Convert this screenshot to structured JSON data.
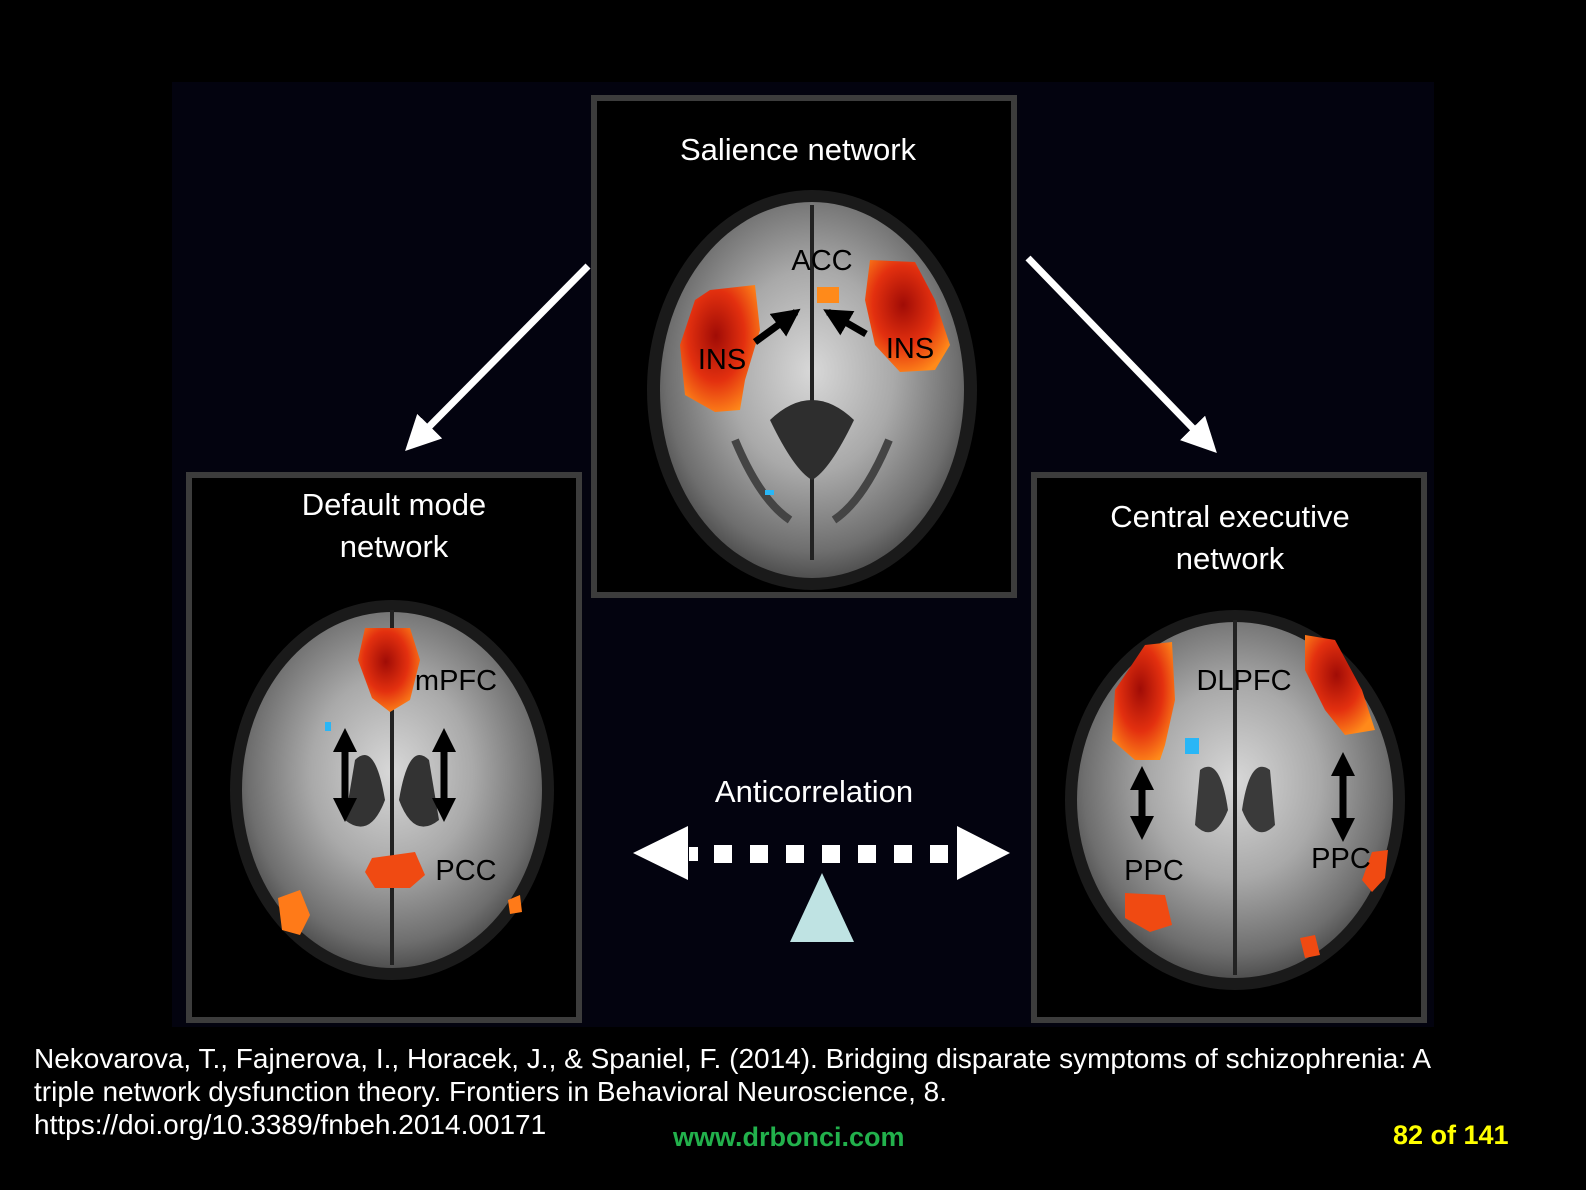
{
  "diagram": {
    "salience": {
      "title": "Salience network",
      "labels": {
        "acc": "ACC",
        "ins_left": "INS",
        "ins_right": "INS"
      }
    },
    "default_mode": {
      "title_line1": "Default mode",
      "title_line2": "network",
      "labels": {
        "mpfc": "mPFC",
        "pcc": "PCC"
      }
    },
    "central_executive": {
      "title_line1": "Central executive",
      "title_line2": "network",
      "labels": {
        "dlpfc": "DLPFC",
        "ppc_left": "PPC",
        "ppc_right": "PPC"
      }
    },
    "anticorrelation": "Anticorrelation",
    "colors": {
      "background": "#000000",
      "panel_bg": "#03030f",
      "frame": "#3c3c3c",
      "activation": "#e03010",
      "activation_core": "#b01008",
      "activation_edge": "#ff8a1a",
      "deactivation": "#29b6f6",
      "fulcrum": "#bfe3e3"
    }
  },
  "footer": {
    "citation_line1": "Nekovarova, T., Fajnerova, I., Horacek, J., & Spaniel, F. (2014). Bridging disparate symptoms of schizophrenia: A",
    "citation_line2": "triple network dysfunction theory. Frontiers in Behavioral Neuroscience, 8.",
    "citation_line3": "https://doi.org/10.3389/fnbeh.2014.00171",
    "website": "www.drbonci.com",
    "page": "82 of 141",
    "website_color": "#22b14c",
    "page_color": "#ffff00"
  }
}
